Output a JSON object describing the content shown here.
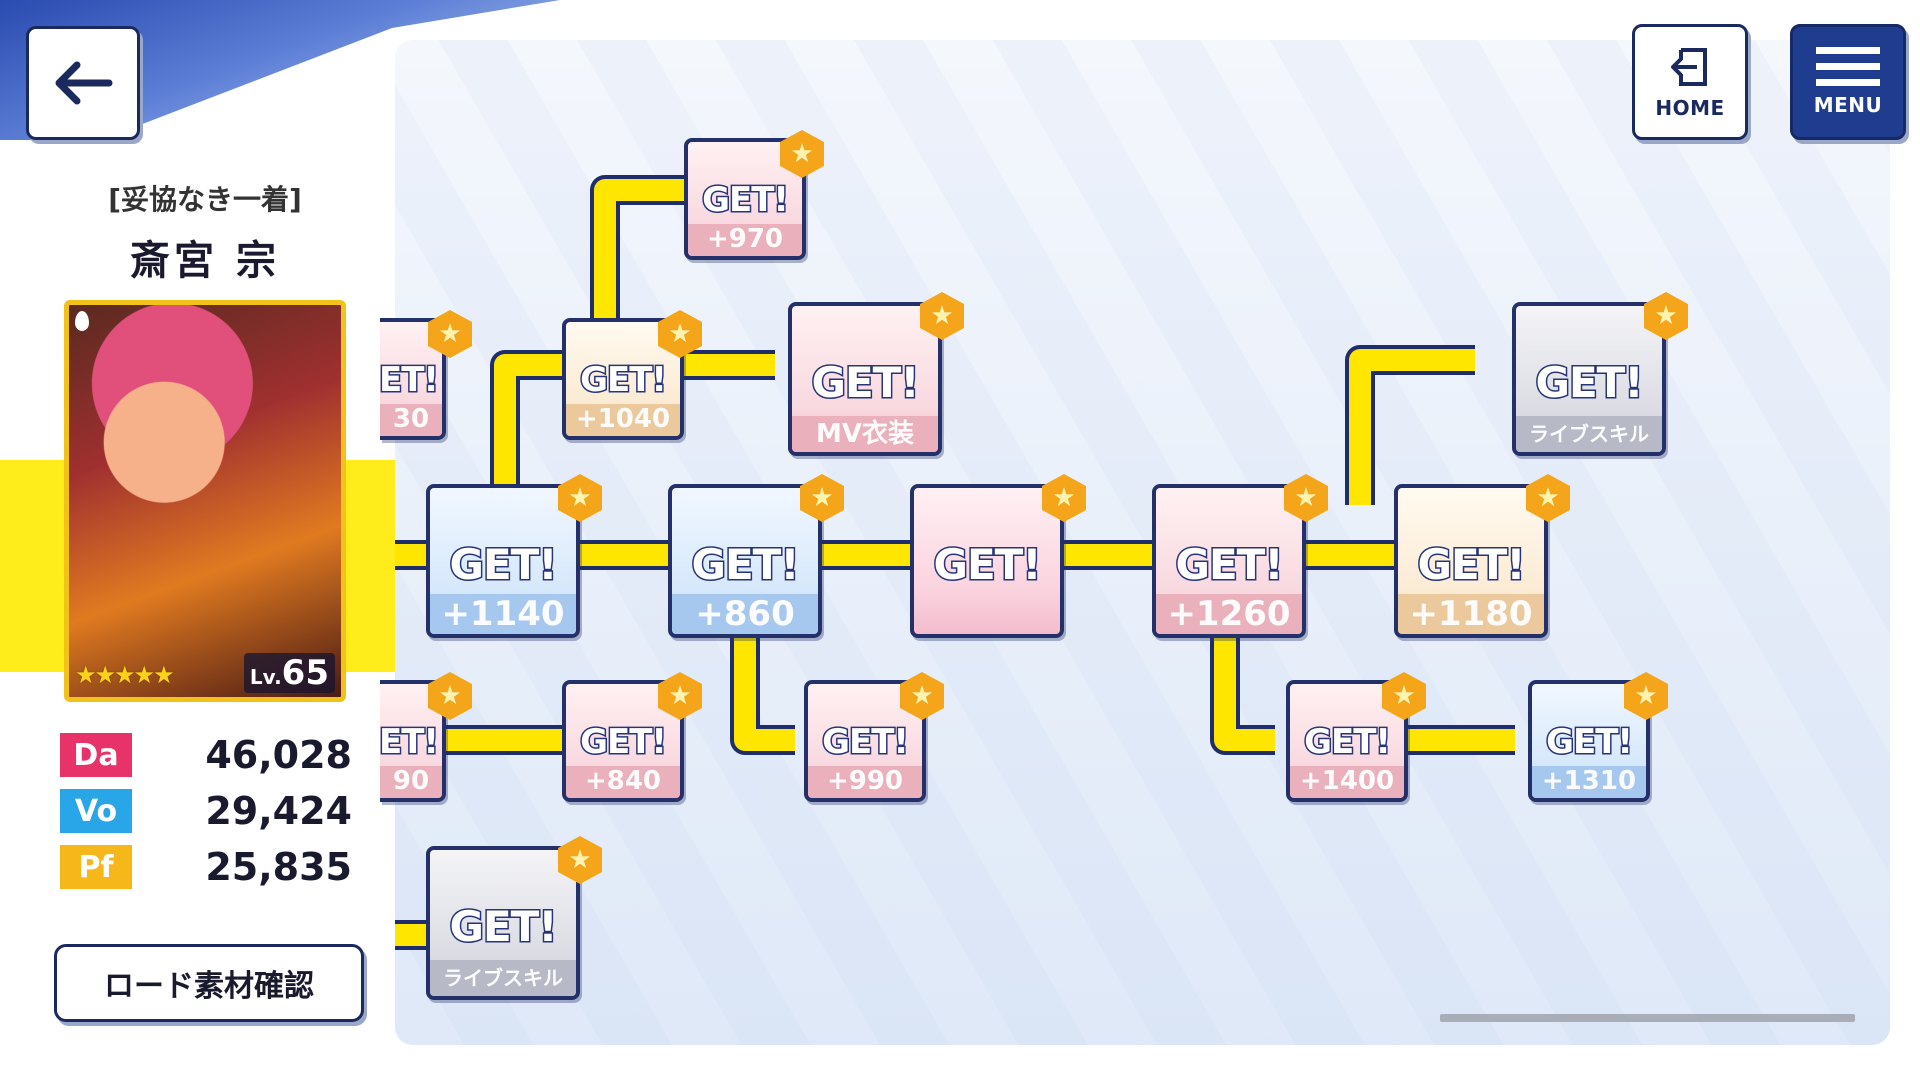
{
  "header": {
    "home_label": "HOME",
    "menu_label": "MENU"
  },
  "card": {
    "title": "[妥協なき一着]",
    "name": "斎宮 宗",
    "stars": "★★★★★",
    "level_prefix": "Lv.",
    "level": "65"
  },
  "stats": [
    {
      "label": "Da",
      "value": "46,028",
      "color": "#e8336a"
    },
    {
      "label": "Vo",
      "value": "29,424",
      "color": "#28a6e8"
    },
    {
      "label": "Pf",
      "value": "25,835",
      "color": "#f5b71a"
    }
  ],
  "road_button_label": "ロード素材確認",
  "get_label": "GET!",
  "colors": {
    "road": "#ffe600",
    "road_outline": "#1f2d6b",
    "accent_navy": "#1f3c8f",
    "star": "#f5a51a"
  },
  "nodes": [
    {
      "id": "n970",
      "label": "+970",
      "tone": "pink"
    },
    {
      "id": "nleft1",
      "label": "30",
      "tone": "pink"
    },
    {
      "id": "n1040",
      "label": "+1040",
      "tone": "cream"
    },
    {
      "id": "nmv",
      "label": "MV衣装",
      "tone": "pink"
    },
    {
      "id": "nskill1",
      "label": "ライブスキル",
      "tone": "gray"
    },
    {
      "id": "n1140",
      "label": "+1140",
      "tone": "blue"
    },
    {
      "id": "n860",
      "label": "+860",
      "tone": "blue"
    },
    {
      "id": "nbook",
      "label": "",
      "tone": "rose"
    },
    {
      "id": "n1260",
      "label": "+1260",
      "tone": "pink"
    },
    {
      "id": "n1180",
      "label": "+1180",
      "tone": "cream"
    },
    {
      "id": "nleft2",
      "label": "90",
      "tone": "pink"
    },
    {
      "id": "n840",
      "label": "+840",
      "tone": "pink"
    },
    {
      "id": "n990",
      "label": "+990",
      "tone": "pink"
    },
    {
      "id": "n1400",
      "label": "+1400",
      "tone": "pink"
    },
    {
      "id": "n1310",
      "label": "+1310",
      "tone": "blue"
    },
    {
      "id": "nskill2",
      "label": "ライブスキル",
      "tone": "gray"
    }
  ]
}
